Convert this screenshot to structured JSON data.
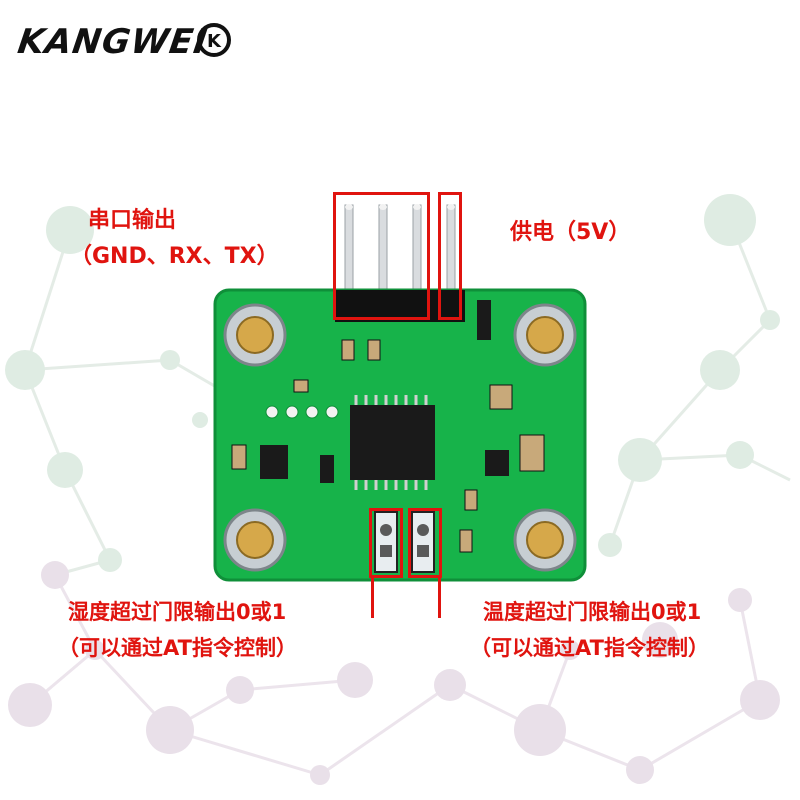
{
  "brand": {
    "logo_text": "KANGWEI",
    "mark_text": "K"
  },
  "callouts": {
    "serial_title": "串口输出",
    "serial_pins": "（GND、RX、TX）",
    "power": "供电（5V）",
    "humidity_line1": "湿度超过门限输出0或1",
    "humidity_line2": "（可以通过AT指令控制）",
    "temperature_line1": "温度超过门限输出0或1",
    "temperature_line2": "（可以通过AT指令控制）"
  },
  "colors": {
    "accent": "#e0140f",
    "pcb": "#17b34a",
    "node": "#c9dfcf",
    "node_alt": "#d8ccd8"
  }
}
